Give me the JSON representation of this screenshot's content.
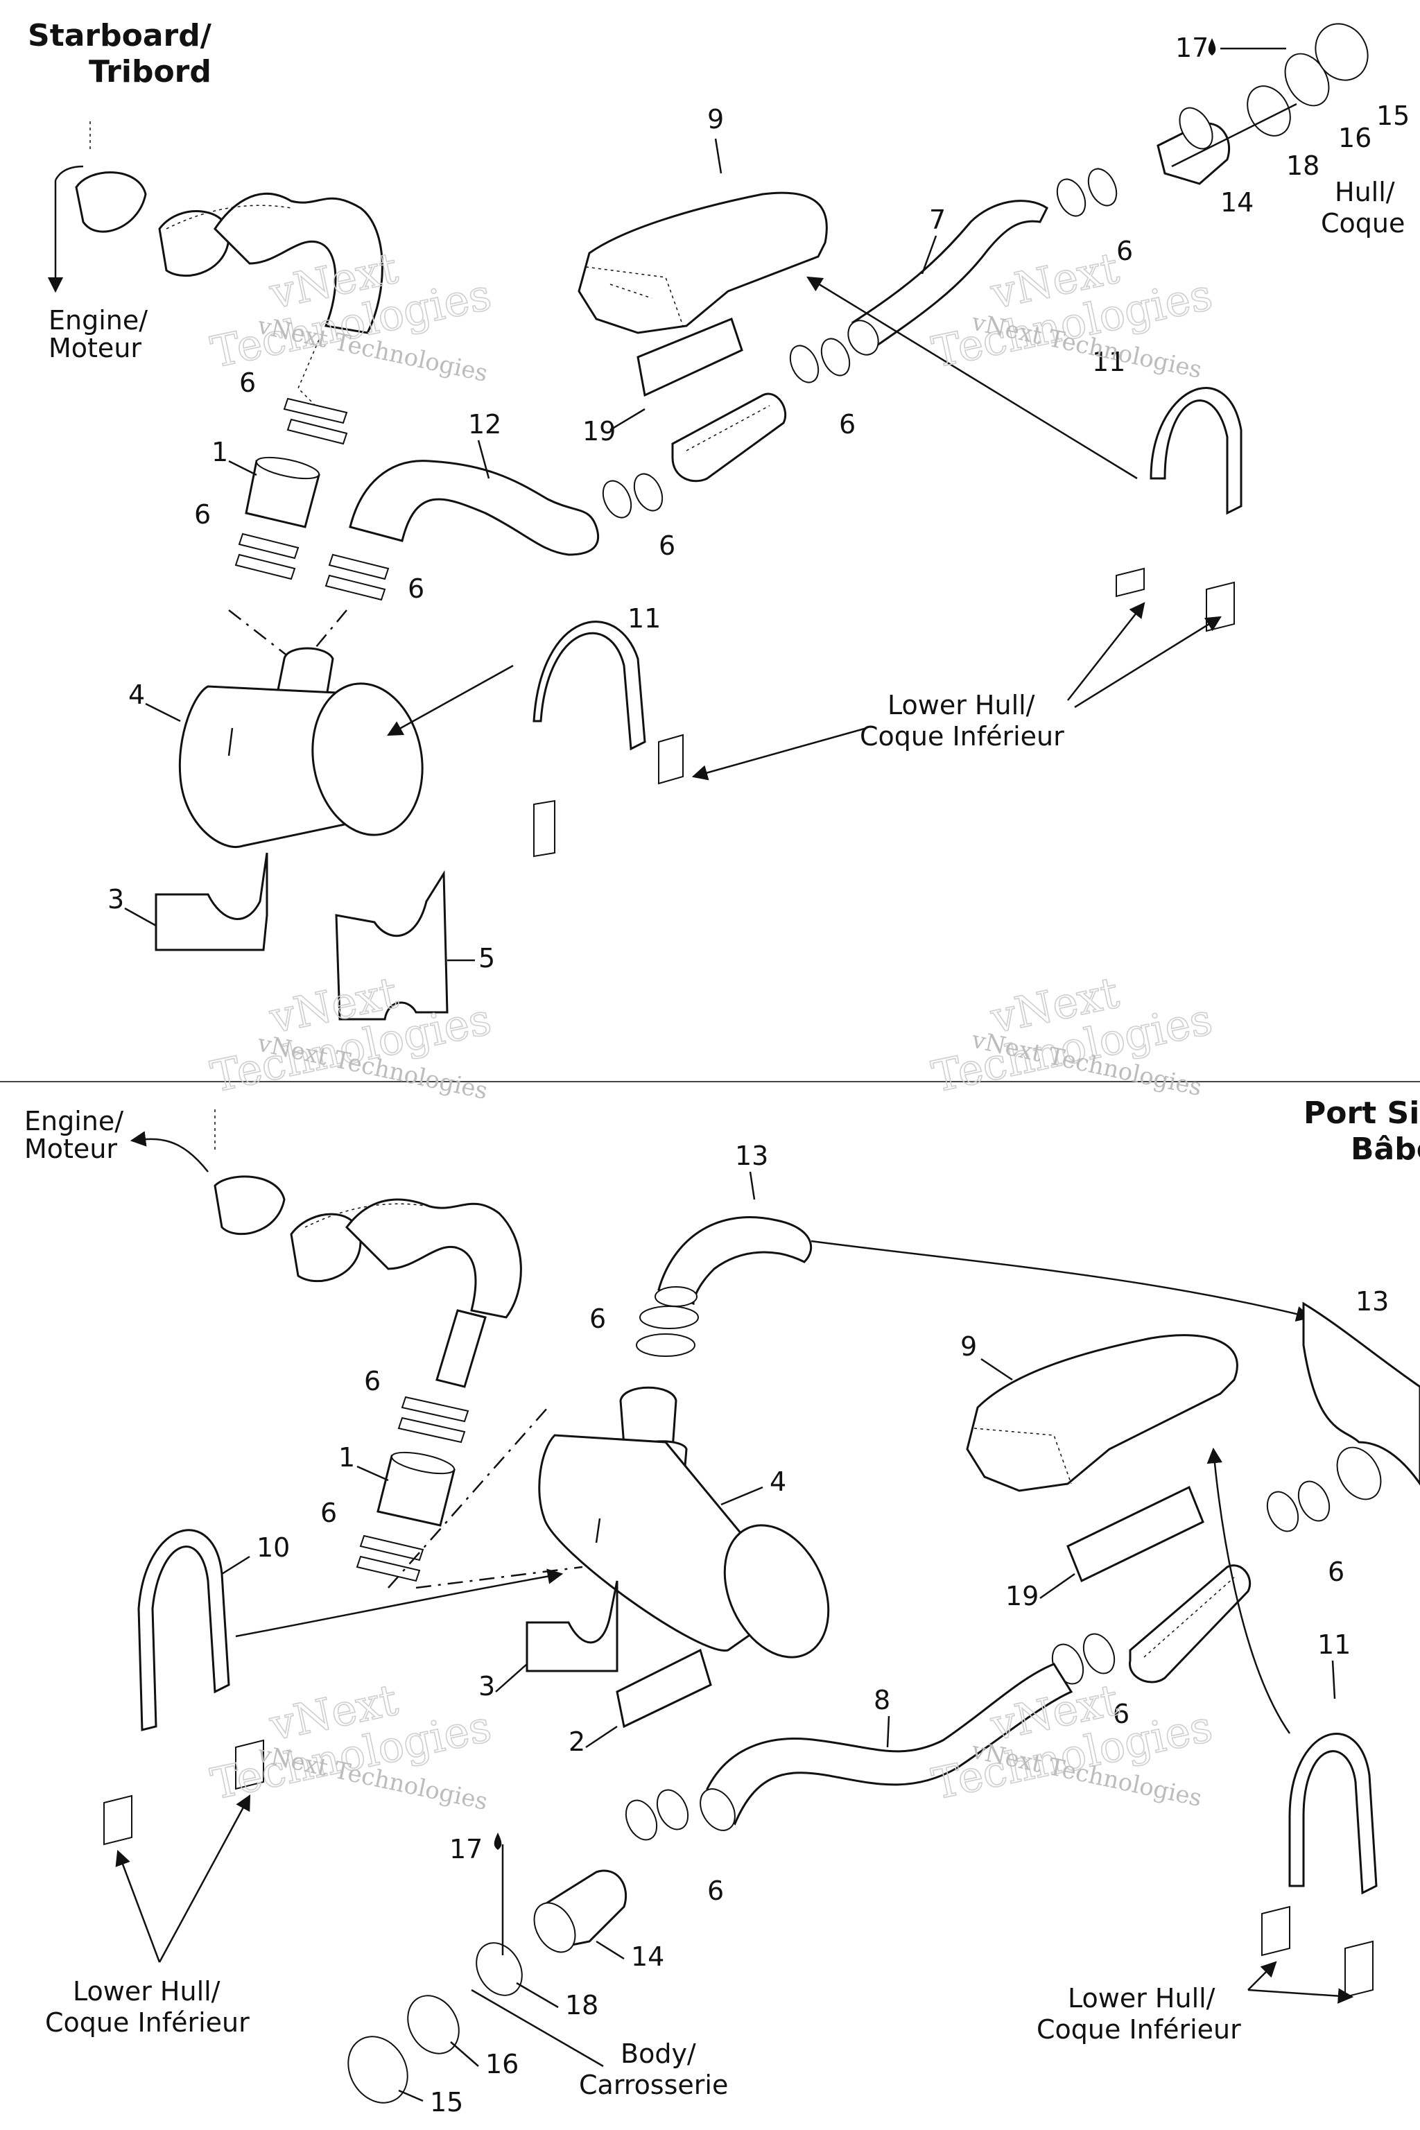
{
  "sections": {
    "top": {
      "title_line1": "Starboard/",
      "title_line2": "Tribord",
      "engine_line1": "Engine/",
      "engine_line2": "Moteur",
      "lower_hull_line1": "Lower Hull/",
      "lower_hull_line2": "Coque Inférieur",
      "hull_line1": "Hull/",
      "hull_line2": "Coque"
    },
    "bottom": {
      "title_line1": "Port Sic",
      "title_line2": "Bâbo",
      "engine_line1": "Engine/",
      "engine_line2": "Moteur",
      "lower_hull_left_line1": "Lower Hull/",
      "lower_hull_left_line2": "Coque Inférieur",
      "lower_hull_right_line1": "Lower Hull/",
      "lower_hull_right_line2": "Coque Inférieur",
      "body_line1": "Body/",
      "body_line2": "Carrosserie"
    }
  },
  "callouts_top": [
    "9",
    "7",
    "17",
    "15",
    "16",
    "18",
    "14",
    "6",
    "6",
    "6",
    "6",
    "6",
    "6",
    "12",
    "1",
    "19",
    "11",
    "11",
    "4",
    "3",
    "5"
  ],
  "callouts_bottom": [
    "13",
    "13",
    "9",
    "6",
    "6",
    "6",
    "6",
    "1",
    "4",
    "10",
    "3",
    "2",
    "19",
    "8",
    "11",
    "17",
    "14",
    "18",
    "16",
    "15",
    "6",
    "6"
  ],
  "watermark": {
    "line1": "vNext Technologies",
    "big1": "vNext",
    "big2": "Technologies"
  },
  "icons": [
    "oil-drop-icon",
    "arrow-icon"
  ]
}
